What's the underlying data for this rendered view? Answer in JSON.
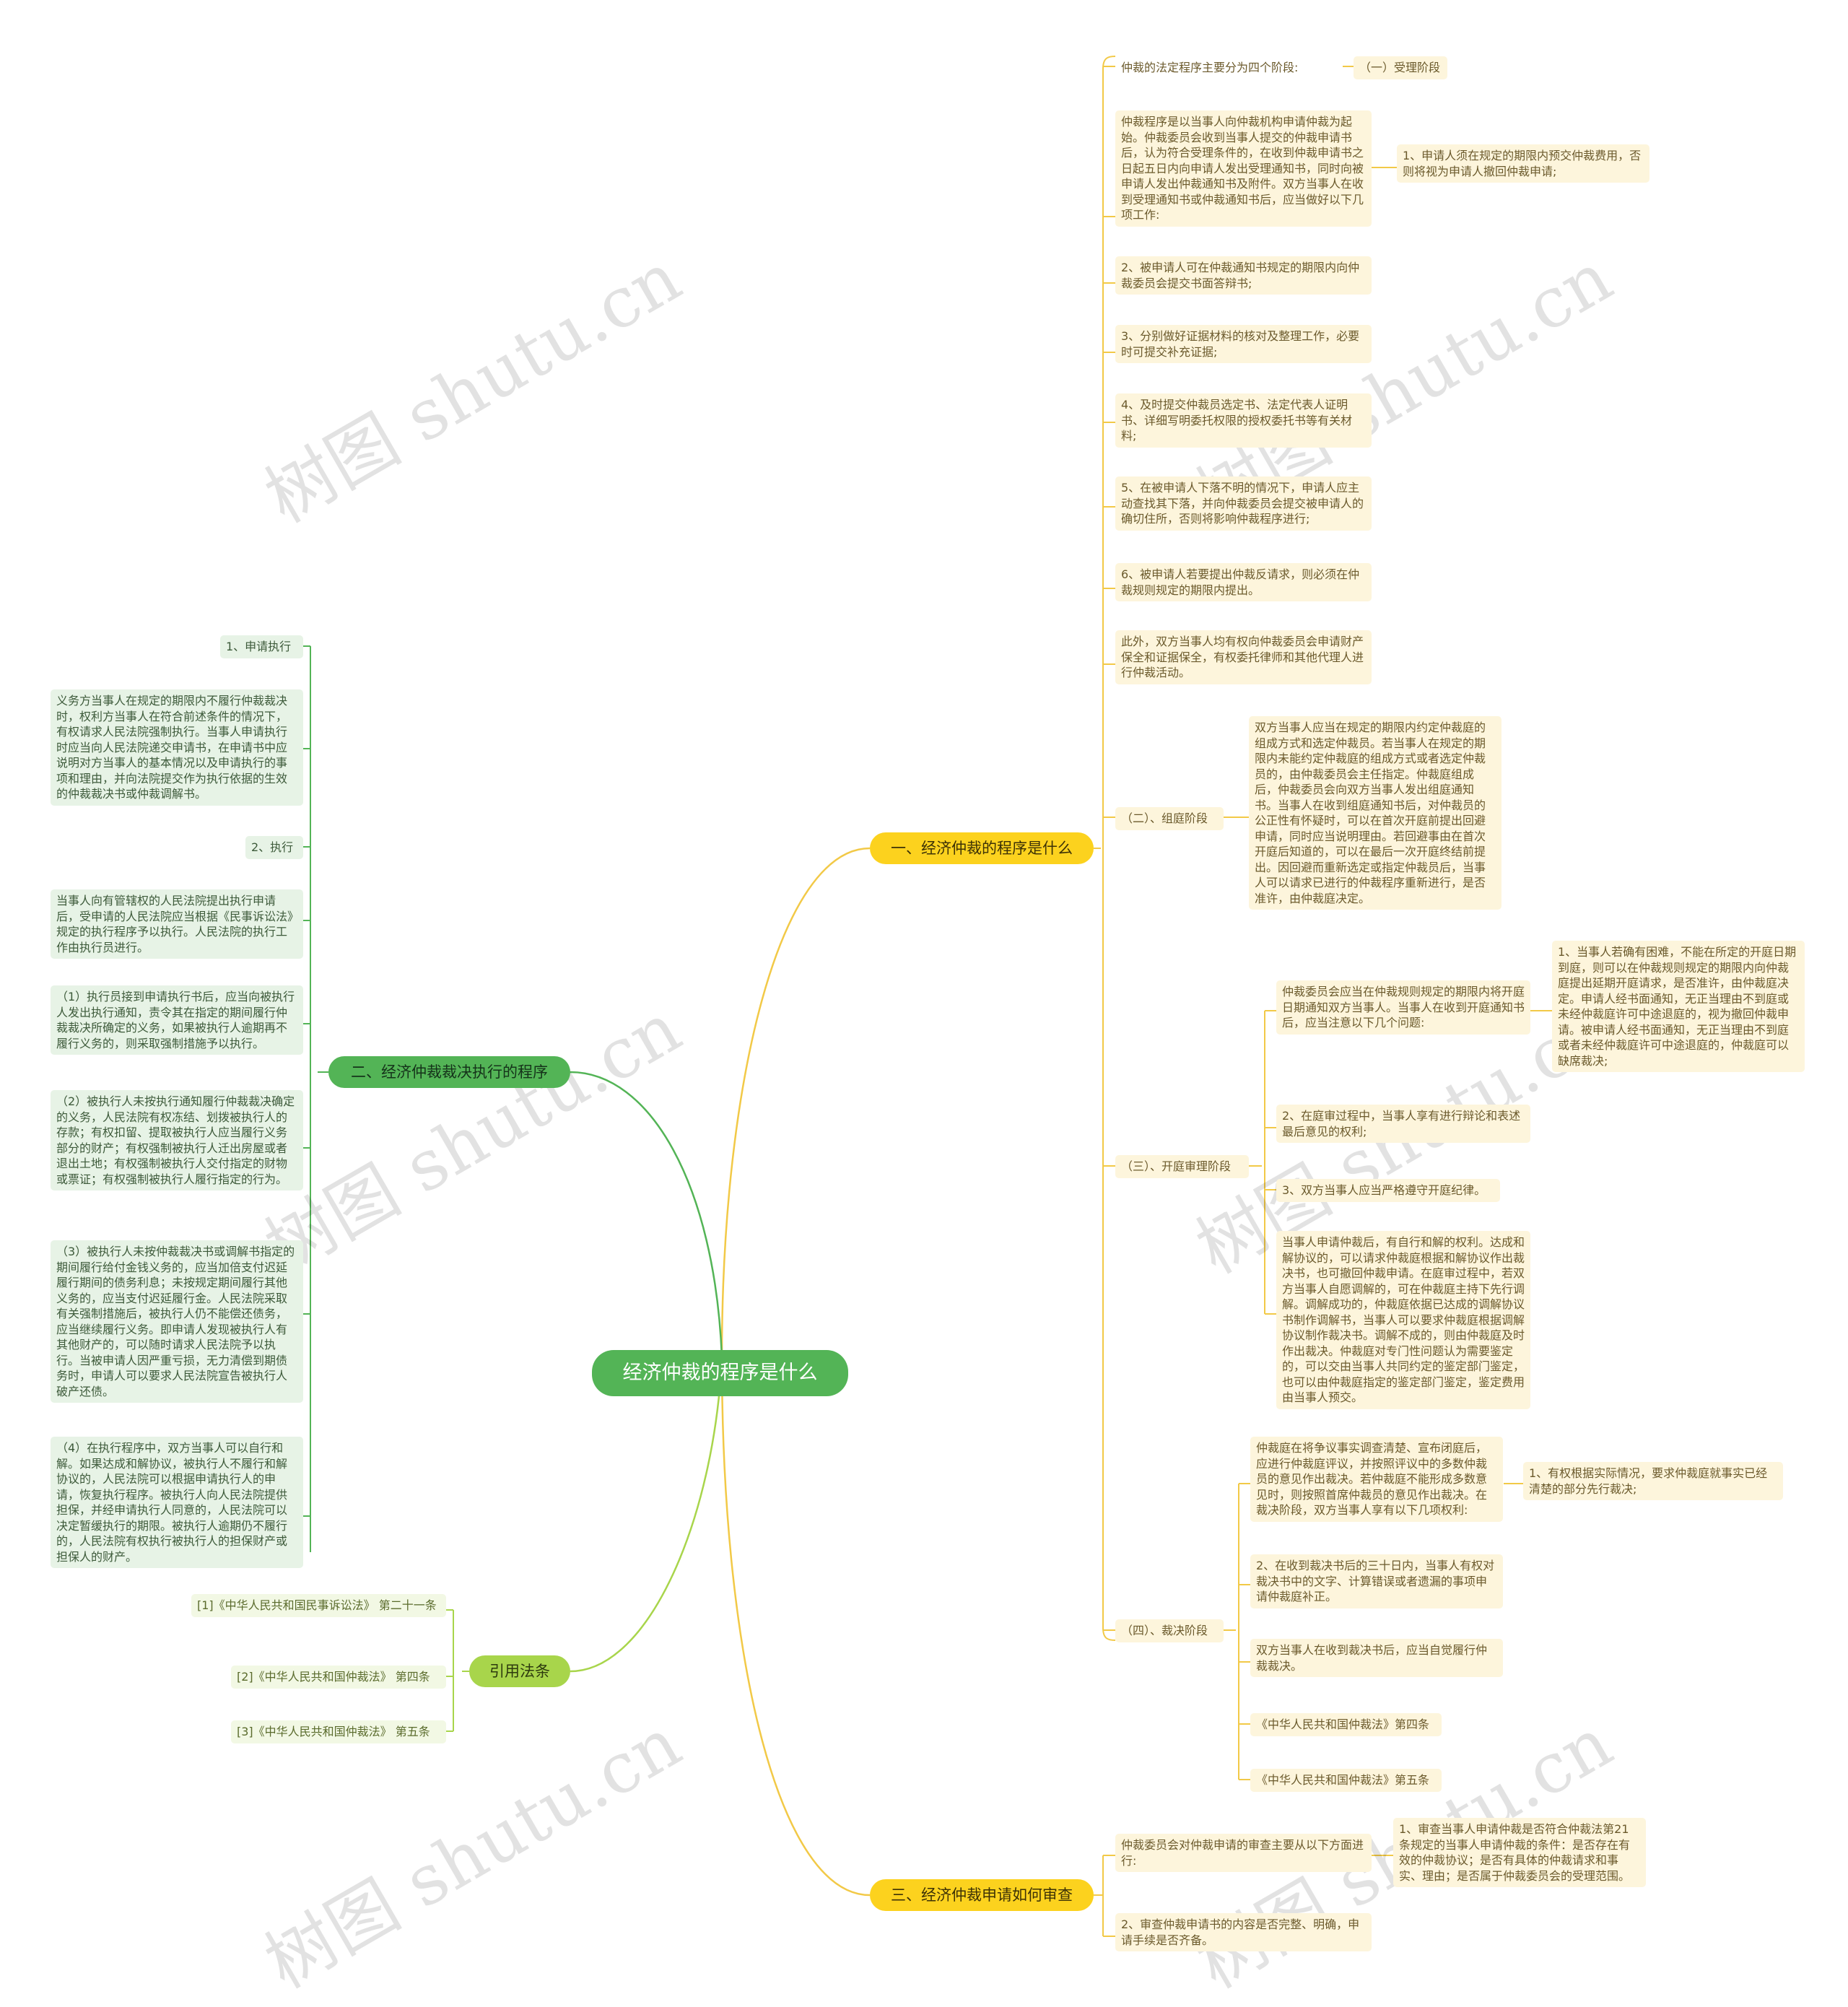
{
  "center": "经济仲裁的程序是什么",
  "branch1": {
    "title": "一、经济仲裁的程序是什么",
    "intro": "仲裁的法定程序主要分为四个阶段:",
    "stage1": "（一）受理阶段",
    "accept_text": "仲裁程序是以当事人向仲裁机构申请仲裁为起始。仲裁委员会收到当事人提交的仲裁申请书后，认为符合受理条件的，在收到仲裁申请书之日起五日内向申请人发出受理通知书，同时向被申请人发出仲裁通知书及附件。双方当事人在收到受理通知书或仲裁通知书后，应当做好以下几项工作:",
    "accept_item1": "1、申请人须在规定的期限内预交仲裁费用，否则将视为申请人撤回仲裁申请;",
    "item2": "2、被申请人可在仲裁通知书规定的期限内向仲裁委员会提交书面答辩书;",
    "item3": "3、分别做好证据材料的核对及整理工作，必要时可提交补充证据;",
    "item4": "4、及时提交仲裁员选定书、法定代表人证明书、详细写明委托权限的授权委托书等有关材料;",
    "item5": "5、在被申请人下落不明的情况下，申请人应主动查找其下落，并向仲裁委员会提交被申请人的确切住所，否则将影响仲裁程序进行;",
    "item6": "6、被申请人若要提出仲裁反请求，则必须在仲裁规则规定的期限内提出。",
    "item7": "此外，双方当事人均有权向仲裁委员会申请财产保全和证据保全，有权委托律师和其他代理人进行仲裁活动。",
    "stage2": "（二）、组庭阶段",
    "stage2_text": "双方当事人应当在规定的期限内约定仲裁庭的组成方式和选定仲裁员。若当事人在规定的期限内未能约定仲裁庭的组成方式或者选定仲裁员的，由仲裁委员会主任指定。仲裁庭组成后，仲裁委员会向双方当事人发出组庭通知书。当事人在收到组庭通知书后，对仲裁员的公正性有怀疑时，可以在首次开庭前提出回避申请，同时应当说明理由。若回避事由在首次开庭后知道的，可以在最后一次开庭终结前提出。因回避而重新选定或指定仲裁员后，当事人可以请求已进行的仲裁程序重新进行，是否准许，由仲裁庭决定。",
    "stage3": "（三）、开庭审理阶段",
    "hearing_text": "仲裁委员会应当在仲裁规则规定的期限内将开庭日期通知双方当事人。当事人在收到开庭通知书后，应当注意以下几个问题:",
    "hearing_item1": "1、当事人若确有困难，不能在所定的开庭日期到庭，则可以在仲裁规则规定的期限内向仲裁庭提出延期开庭请求，是否准许，由仲裁庭决定。申请人经书面通知，无正当理由不到庭或未经仲裁庭许可中途退庭的，视为撤回仲裁申请。被申请人经书面通知，无正当理由不到庭或者未经仲裁庭许可中途退庭的，仲裁庭可以缺席裁决;",
    "hearing_item2": "2、在庭审过程中，当事人享有进行辩论和表述最后意见的权利;",
    "hearing_item3": "3、双方当事人应当严格遵守开庭纪律。",
    "hearing_item4": "当事人申请仲裁后，有自行和解的权利。达成和解协议的，可以请求仲裁庭根据和解协议作出裁决书，也可撤回仲裁申请。在庭审过程中，若双方当事人自愿调解的，可在仲裁庭主持下先行调解。调解成功的，仲裁庭依据已达成的调解协议书制作调解书，当事人可以要求仲裁庭根据调解协议制作裁决书。调解不成的，则由仲裁庭及时作出裁决。仲裁庭对专门性问题认为需要鉴定的，可以交由当事人共同约定的鉴定部门鉴定，也可以由仲裁庭指定的鉴定部门鉴定，鉴定费用由当事人预交。",
    "stage4": "（四）、裁决阶段",
    "award_text": "仲裁庭在将争议事实调查清楚、宣布闭庭后，应进行仲裁庭评议，并按照评议中的多数仲裁员的意见作出裁决。若仲裁庭不能形成多数意见时，则按照首席仲裁员的意见作出裁决。在裁决阶段，双方当事人享有以下几项权利:",
    "award_item1": "1、有权根据实际情况，要求仲裁庭就事实已经清楚的部分先行裁决;",
    "award_item2": "2、在收到裁决书后的三十日内，当事人有权对裁决书中的文字、计算错误或者遗漏的事项申请仲裁庭补正。",
    "award_item3": "双方当事人在收到裁决书后，应当自觉履行仲裁裁决。",
    "law_a": "《中华人民共和国仲裁法》第四条",
    "law_b": "《中华人民共和国仲裁法》第五条"
  },
  "branch2": {
    "title": "二、经济仲裁裁决执行的程序",
    "s1": "1、申请执行",
    "s1_text": "义务方当事人在规定的期限内不履行仲裁裁决时，权利方当事人在符合前述条件的情况下，有权请求人民法院强制执行。当事人申请执行时应当向人民法院递交申请书，在申请书中应说明对方当事人的基本情况以及申请执行的事项和理由，并向法院提交作为执行依据的生效的仲裁裁决书或仲裁调解书。",
    "s2": "2、执行",
    "s2_text": "当事人向有管辖权的人民法院提出执行申请后，受申请的人民法院应当根据《民事诉讼法》规定的执行程序予以执行。人民法院的执行工作由执行员进行。",
    "p1": "（1）执行员接到申请执行书后，应当向被执行人发出执行通知，责令其在指定的期间履行仲裁裁决所确定的义务，如果被执行人逾期再不履行义务的，则采取强制措施予以执行。",
    "p2": "（2）被执行人未按执行通知履行仲裁裁决确定的义务，人民法院有权冻结、划拨被执行人的存款；有权扣留、提取被执行人应当履行义务部分的财产；有权强制被执行人迁出房屋或者退出土地；有权强制被执行人交付指定的财物或票证；有权强制被执行人履行指定的行为。",
    "p3": "（3）被执行人未按仲裁裁决书或调解书指定的期间履行给付金钱义务的，应当加倍支付迟延履行期间的债务利息；未按规定期间履行其他义务的，应当支付迟延履行金。人民法院采取有关强制措施后，被执行人仍不能偿还债务，应当继续履行义务。即申请人发现被执行人有其他财产的，可以随时请求人民法院予以执行。当被申请人因严重亏损，无力清偿到期债务时，申请人可以要求人民法院宣告被执行人破产还债。",
    "p4": "（4）在执行程序中，双方当事人可以自行和解。如果达成和解协议，被执行人不履行和解协议的，人民法院可以根据申请执行人的申请，恢复执行程序。被执行人向人民法院提供担保，并经申请执行人同意的，人民法院可以决定暂缓执行的期限。被执行人逾期仍不履行的，人民法院有权执行被执行人的担保财产或担保人的财产。"
  },
  "branch3": {
    "title": "引用法条",
    "r1": "[1]《中华人民共和国民事诉讼法》 第二十一条",
    "r2": "[2]《中华人民共和国仲裁法》 第四条",
    "r3": "[3]《中华人民共和国仲裁法》 第五条"
  },
  "branch4": {
    "title": "三、经济仲裁申请如何审查",
    "intro": "仲裁委员会对仲裁申请的审查主要从以下方面进行:",
    "item1": "1、审查当事人申请仲裁是否符合仲裁法第21条规定的当事人申请仲裁的条件：是否存在有效的仲裁协议；是否有具体的仲裁请求和事实、理由；是否属于仲裁委员会的受理范围。",
    "item2": "2、审查仲裁申请书的内容是否完整、明确，申请手续是否齐备。"
  },
  "watermark": "树图 shutu.cn",
  "colors": {
    "center": "#53b456",
    "branch_yellow": "#fcd21e",
    "branch_green": "#53b456",
    "branch_lightgreen": "#a8d54b",
    "leaf_yellow": "#fdf5dc",
    "leaf_green": "#e7f3e6"
  }
}
